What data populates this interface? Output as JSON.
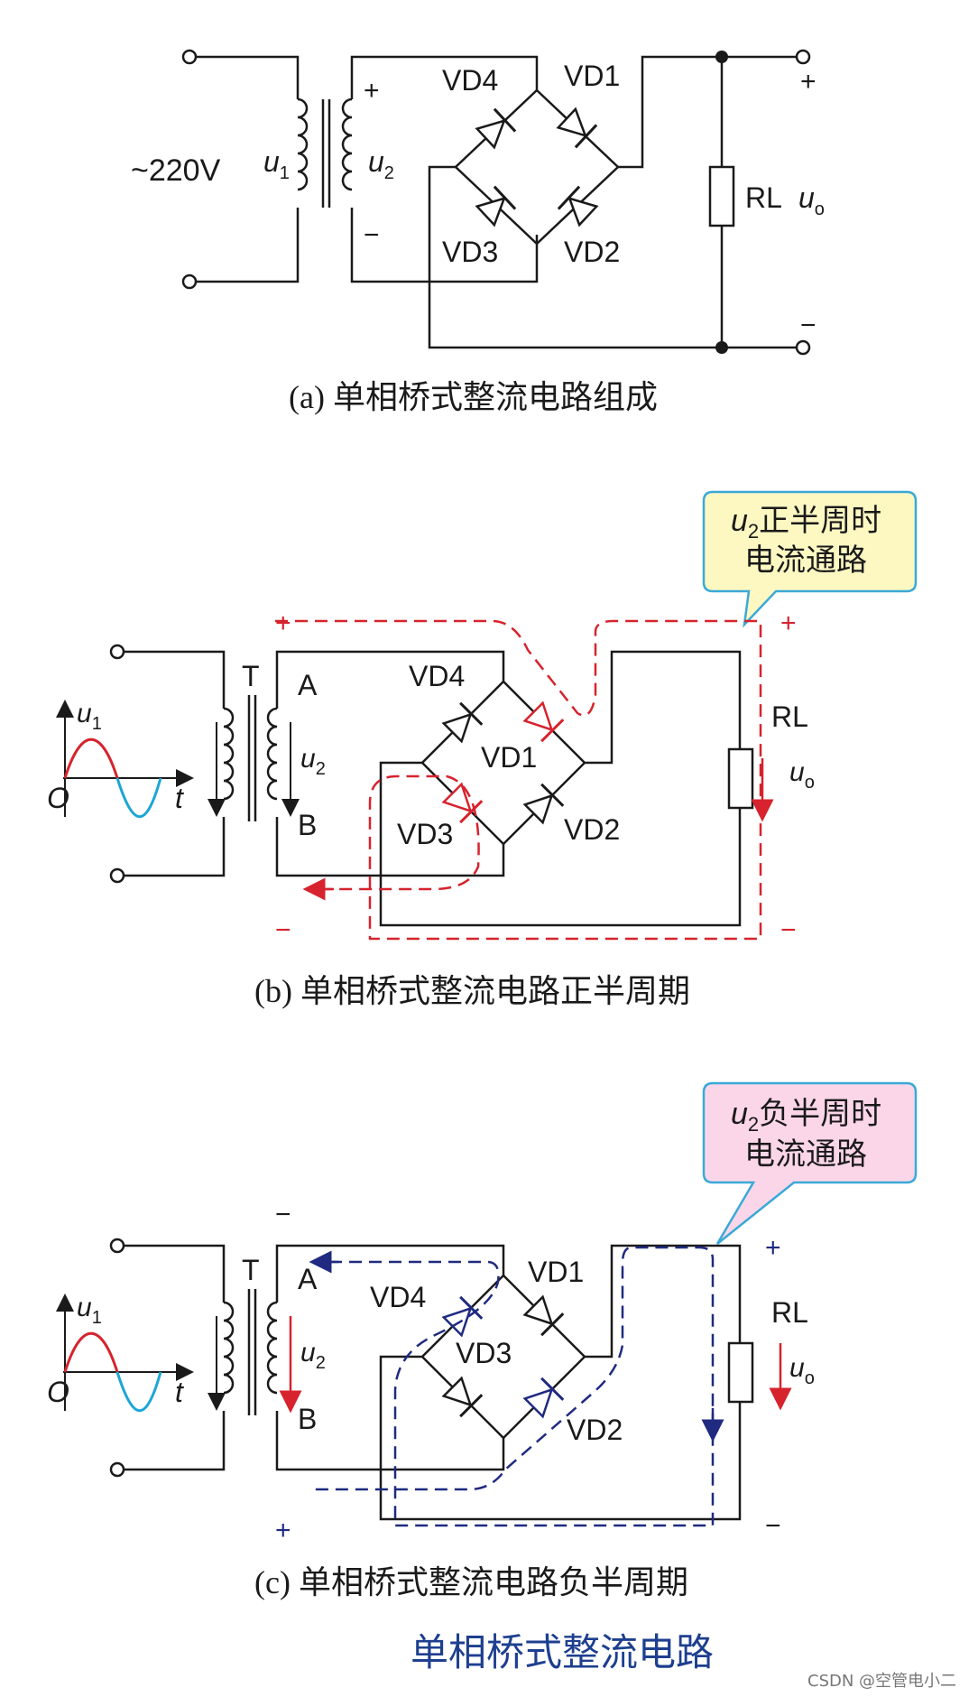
{
  "diagram_a": {
    "source": "~220V",
    "u1": "u",
    "u1_sub": "1",
    "u2": "u",
    "u2_sub": "2",
    "plus_secondary": "+",
    "minus_secondary": "−",
    "vd1": "VD1",
    "vd2": "VD2",
    "vd3": "VD3",
    "vd4": "VD4",
    "load": "RL",
    "uo": "u",
    "uo_sub": "o",
    "out_plus": "+",
    "out_minus": "−",
    "caption": "(a) 单相桥式整流电路组成"
  },
  "diagram_b": {
    "callout_line1_u": "u",
    "callout_line1_sub": "2",
    "callout_line1_rest": "正半周时",
    "callout_line2": "电流通路",
    "transformer": "T",
    "node_a": "A",
    "node_b": "B",
    "u1": "u",
    "u1_sub": "1",
    "u2": "u",
    "u2_sub": "2",
    "origin": "O",
    "time": "t",
    "vd1": "VD1",
    "vd2": "VD2",
    "vd3": "VD3",
    "vd4": "VD4",
    "load": "RL",
    "uo": "u",
    "uo_sub": "o",
    "left_plus": "+",
    "left_minus": "−",
    "right_plus": "+",
    "right_minus": "−",
    "caption": "(b) 单相桥式整流电路正半周期"
  },
  "diagram_c": {
    "callout_line1_u": "u",
    "callout_line1_sub": "2",
    "callout_line1_rest": "负半周时",
    "callout_line2": "电流通路",
    "transformer": "T",
    "node_a": "A",
    "node_b": "B",
    "u1": "u",
    "u1_sub": "1",
    "u2": "u",
    "u2_sub": "2",
    "origin": "O",
    "time": "t",
    "vd1": "VD1",
    "vd2": "VD2",
    "vd3": "VD3",
    "vd4": "VD4",
    "load": "RL",
    "uo": "u",
    "uo_sub": "o",
    "top_minus": "−",
    "bottom_plus": "+",
    "right_plus": "+",
    "right_minus": "−",
    "caption": "(c) 单相桥式整流电路负半周期"
  },
  "footer": {
    "title": "单相桥式整流电路",
    "watermark": "CSDN @空管电小二"
  },
  "colors": {
    "positive_path": "#d6232d",
    "negative_path": "#1f2a80",
    "sine_positive": "#d6232d",
    "sine_negative": "#1aa6d6",
    "callout_yellow": "#fdf8c2",
    "callout_pink": "#fbd6e9",
    "callout_border": "#3aa9d8",
    "footer_title": "#1e3f8f"
  }
}
